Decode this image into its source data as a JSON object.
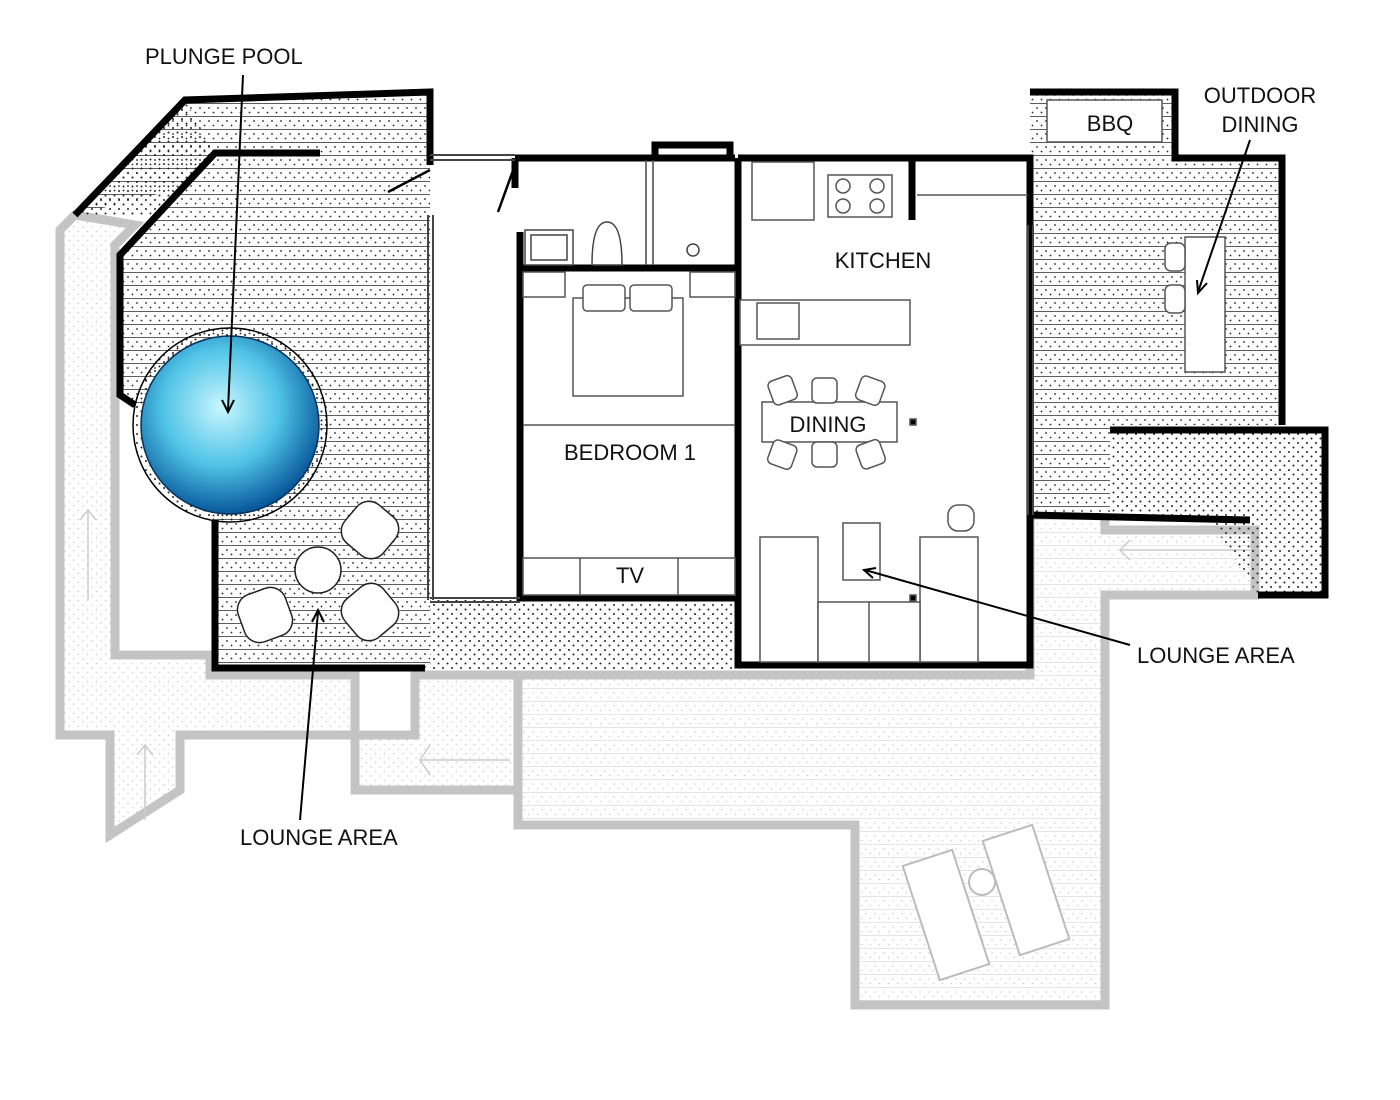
{
  "labels": {
    "plunge_pool": "PLUNGE POOL",
    "outdoor_dining_line1": "OUTDOOR",
    "outdoor_dining_line2": "DINING",
    "bbq": "BBQ",
    "kitchen": "KITCHEN",
    "dining": "DINING",
    "bedroom": "BEDROOM 1",
    "tv": "TV",
    "lounge_area_right": "LOUNGE AREA",
    "lounge_area_left": "LOUNGE AREA"
  },
  "colors": {
    "wall": "#000000",
    "lower_level": "#c4c4c4",
    "pool_light": "#bff4ff",
    "pool_dark": "#0a5e9e"
  }
}
